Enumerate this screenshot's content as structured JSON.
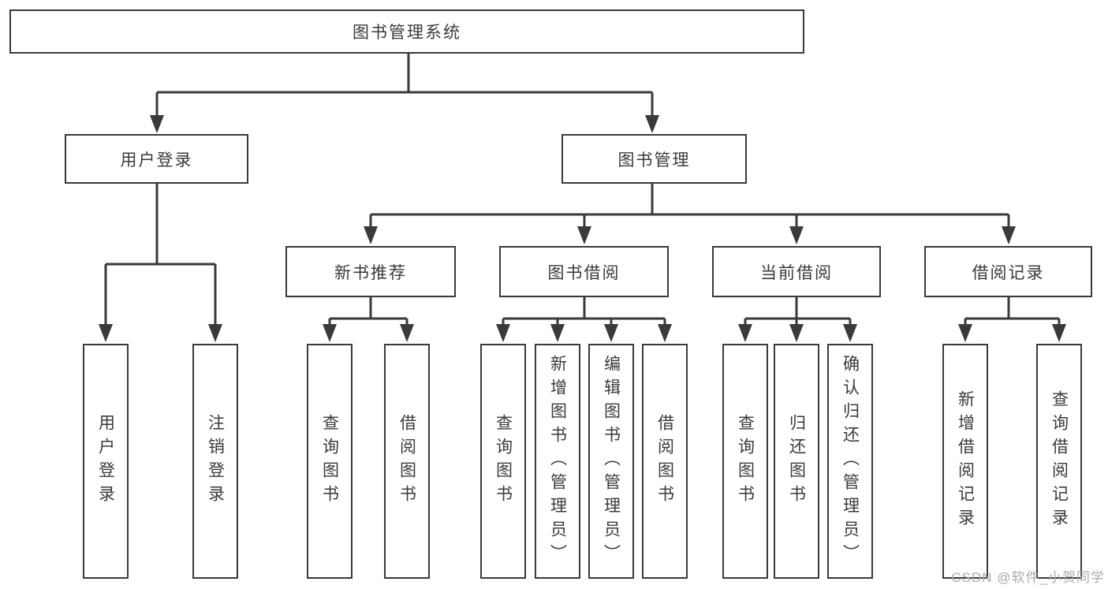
{
  "colors": {
    "line": "#3a3a3a",
    "text": "#3a3a3a",
    "box_bg": "#ffffff",
    "watermark": "#ababab"
  },
  "nodes": {
    "root": "图书管理系统",
    "l2": [
      {
        "id": "user-login",
        "label": "用户登录"
      },
      {
        "id": "book-management",
        "label": "图书管理"
      }
    ],
    "l3": [
      {
        "id": "new-book-recommend",
        "label": "新书推荐"
      },
      {
        "id": "book-borrowing",
        "label": "图书借阅"
      },
      {
        "id": "current-borrowing",
        "label": "当前借阅"
      },
      {
        "id": "borrow-records",
        "label": "借阅记录"
      }
    ],
    "leaves": {
      "user_login": [
        "用户登录",
        "注销登录"
      ],
      "new_book_recommend": [
        "查询图书",
        "借阅图书"
      ],
      "book_borrowing": [
        "查询图书",
        "新增图书（管理员）",
        "编辑图书（管理员）",
        "借阅图书"
      ],
      "current_borrowing": [
        "查询图书",
        "归还图书",
        "确认归还（管理员）"
      ],
      "borrow_records": [
        "新增借阅记录",
        "查询借阅记录"
      ]
    }
  },
  "watermark": "CSDN @软件_小贺同学"
}
